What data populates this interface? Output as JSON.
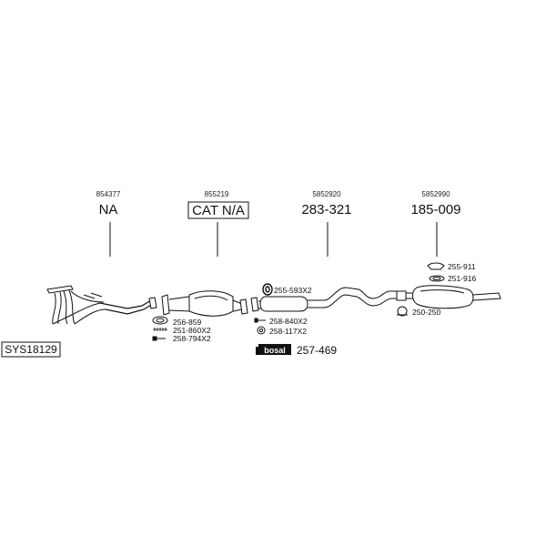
{
  "system_code": "SYS18129",
  "brand": {
    "logo_text": "bosal",
    "part_number": "257-469"
  },
  "sections": [
    {
      "oe_number": "854377",
      "part_label": "NA"
    },
    {
      "oe_number": "855219",
      "part_label": "CAT N/A"
    },
    {
      "oe_number": "5852920",
      "part_label": "283-321"
    },
    {
      "oe_number": "5852990",
      "part_label": "185-009"
    }
  ],
  "fittings": [
    {
      "part_number": "256-859"
    },
    {
      "part_number": "251-860X2"
    },
    {
      "part_number": "258-794X2"
    },
    {
      "part_number": "255-593X2"
    },
    {
      "part_number": "258-840X2"
    },
    {
      "part_number": "258-117X2"
    },
    {
      "part_number": "255-911"
    },
    {
      "part_number": "251-916"
    },
    {
      "part_number": "250-250"
    }
  ]
}
